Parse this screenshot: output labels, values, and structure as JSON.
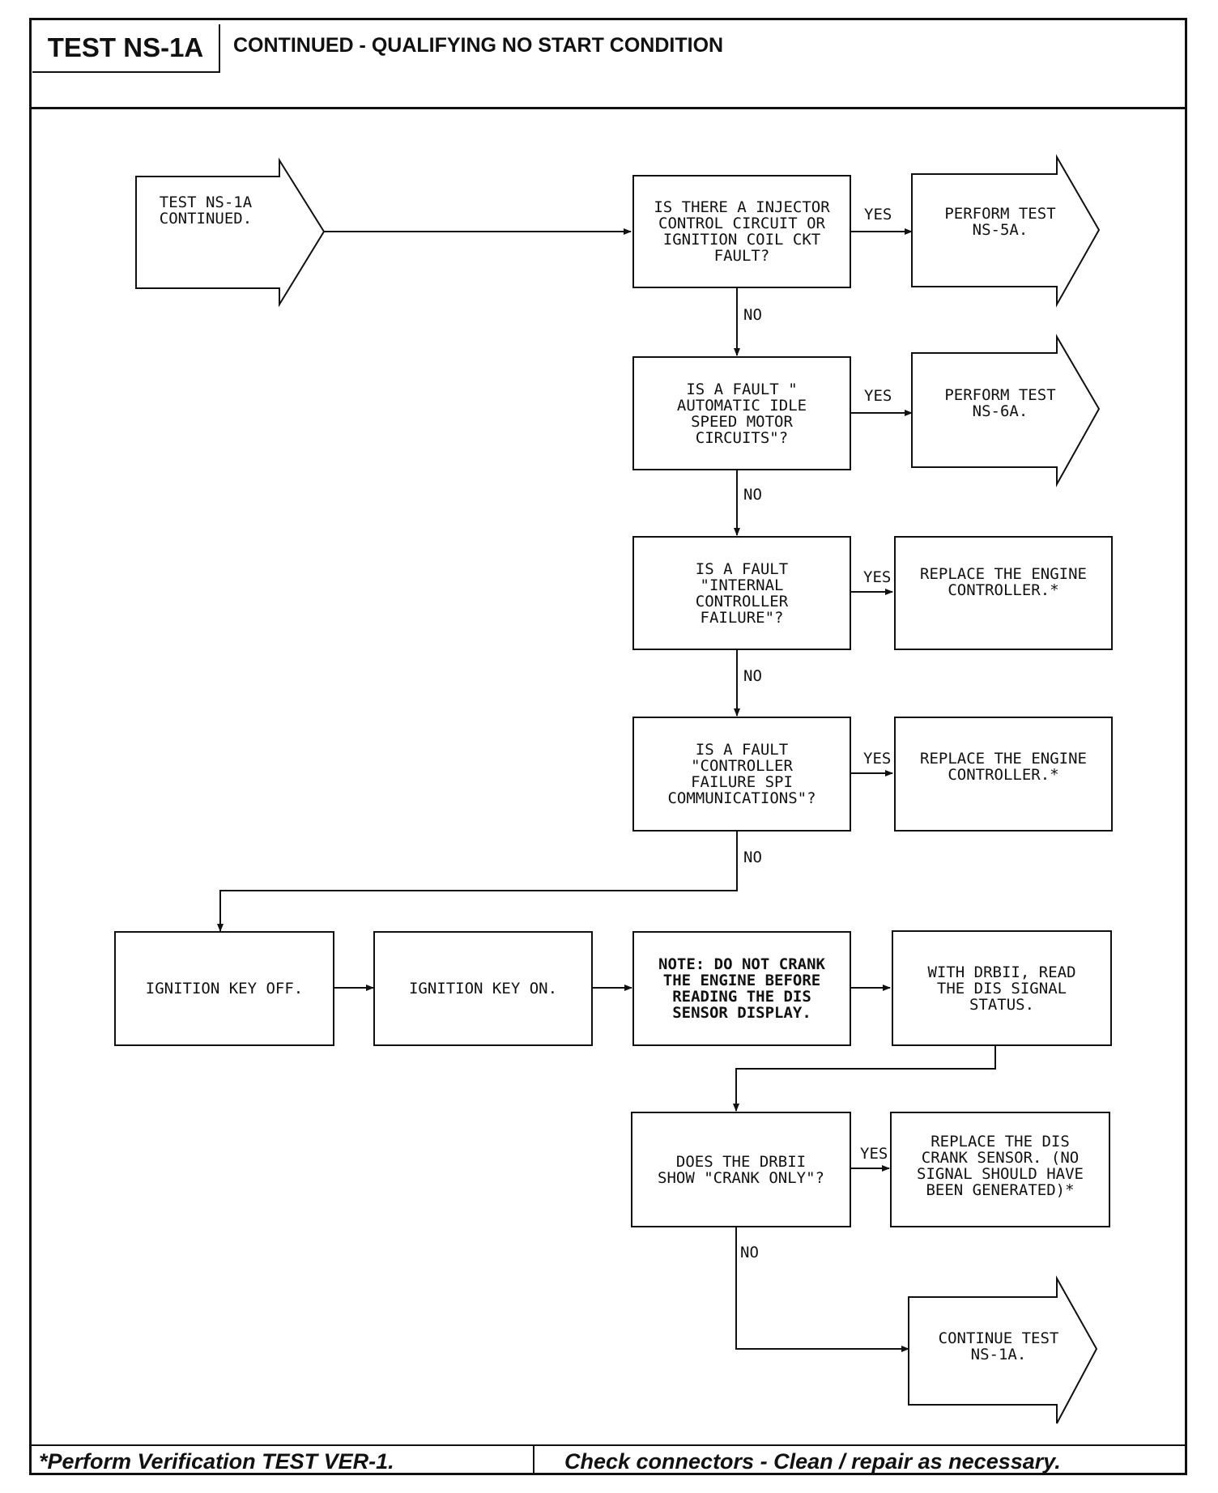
{
  "header": {
    "test_id": "TEST NS-1A",
    "title": "CONTINUED - QUALIFYING NO START CONDITION"
  },
  "flow": {
    "start": "TEST NS-1A\nCONTINUED.",
    "q1": "IS THERE A INJECTOR\nCONTROL CIRCUIT OR\nIGNITION COIL CKT\nFAULT?",
    "q1_yes": "PERFORM TEST\nNS-5A.",
    "q2": "IS A FAULT \"\nAUTOMATIC IDLE\nSPEED MOTOR\nCIRCUITS\"?",
    "q2_yes": "PERFORM TEST\nNS-6A.",
    "q3": "IS A FAULT\n\"INTERNAL\nCONTROLLER\nFAILURE\"?",
    "q3_yes": "REPLACE THE ENGINE\nCONTROLLER.*",
    "q4": "IS A FAULT\n\"CONTROLLER\nFAILURE SPI\nCOMMUNICATIONS\"?",
    "q4_yes": "REPLACE THE ENGINE\nCONTROLLER.*",
    "s1": "IGNITION KEY OFF.",
    "s2": "IGNITION KEY ON.",
    "s3": "NOTE: DO NOT CRANK\nTHE ENGINE BEFORE\nREADING THE DIS\nSENSOR DISPLAY.",
    "s4": "WITH DRBII, READ\nTHE DIS SIGNAL\nSTATUS.",
    "q5": "DOES THE DRBII\nSHOW \"CRANK ONLY\"?",
    "q5_yes": "REPLACE THE DIS\nCRANK SENSOR. (NO\nSIGNAL SHOULD HAVE\nBEEN GENERATED)*",
    "end": "CONTINUE TEST\nNS-1A."
  },
  "labels": {
    "yes": "YES",
    "no": "NO"
  },
  "footer": {
    "left": "*Perform Verification TEST VER-1.",
    "right": "Check connectors - Clean / repair as necessary."
  }
}
